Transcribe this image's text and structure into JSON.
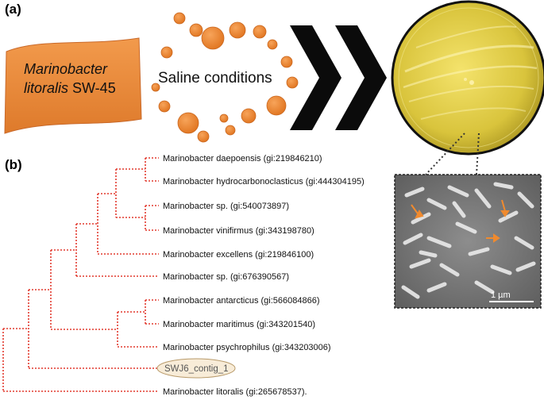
{
  "panel_a_label": "(a)",
  "panel_b_label": "(b)",
  "flag": {
    "line1": "Marinobacter",
    "line2_italic": "litoralis",
    "line2_strain": " SW-45"
  },
  "saline_label": "Saline conditions",
  "scale_bar_label": "1 µm",
  "colors": {
    "flag_orange": "#e98a3c",
    "bubble_orange": "#ee8533",
    "branch_red": "#e23a2f",
    "plate_yellow": "#e9d64a",
    "chevron_black": "#0b0b0b"
  },
  "tree": {
    "leaves": [
      "Marinobacter daepoensis (gi:219846210)",
      "Marinobacter hydrocarbonoclasticus (gi:444304195)",
      "Marinobacter sp. (gi:540073897)",
      "Marinobacter vinifirmus (gi:343198780)",
      "Marinobacter excellens (gi:219846100)",
      "Marinobacter sp. (gi:676390567)",
      "Marinobacter antarcticus (gi:566084866)",
      "Marinobacter maritimus (gi:343201540)",
      "Marinobacter psychrophilus (gi:343203006)",
      "SWJ6_contig_1",
      "Marinobacter litoralis (gi:265678537)."
    ]
  }
}
